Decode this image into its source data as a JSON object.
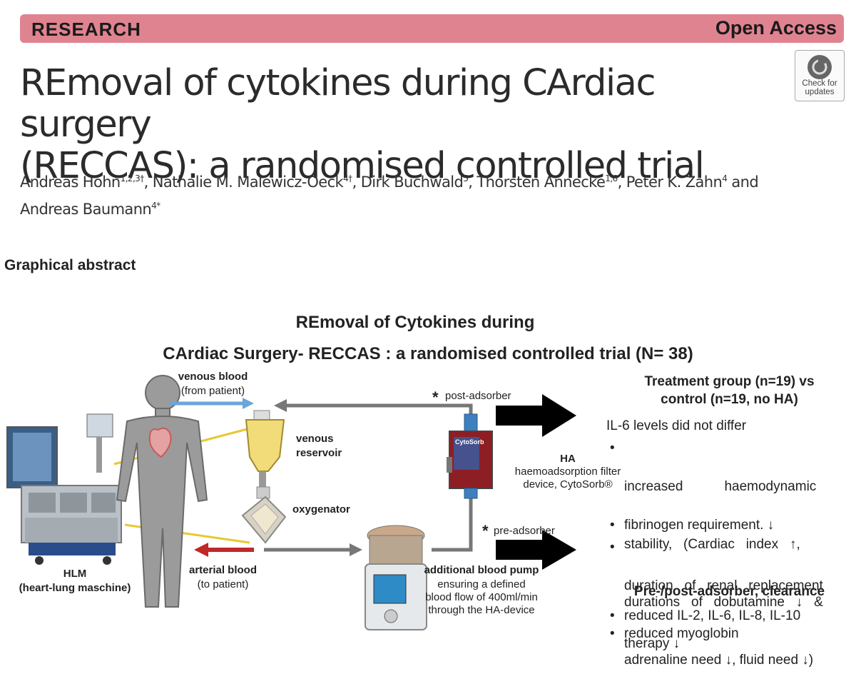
{
  "header": {
    "section": "RESEARCH",
    "access": "Open Access"
  },
  "badge": {
    "line1": "Check for",
    "line2": "updates"
  },
  "article": {
    "title_line1": "REmoval of cytokines during CArdiac surgery",
    "title_line2": "(RECCAS): a randomised controlled trial",
    "authors": [
      {
        "name": "Andreas Hohn",
        "sup": "1,2,3†",
        "sep": ", "
      },
      {
        "name": "Nathalie M. Malewicz-Oeck",
        "sup": "4†",
        "sep": ", "
      },
      {
        "name": "Dirk Buchwald",
        "sup": "5",
        "sep": ", "
      },
      {
        "name": "Thorsten Annecke",
        "sup": "1,6",
        "sep": ", "
      },
      {
        "name": "Peter K. Zahn",
        "sup": "4",
        "sep": " and"
      },
      {
        "name": "Andreas Baumann",
        "sup": "4*",
        "sep": ""
      }
    ]
  },
  "graphical_abstract": {
    "heading": "Graphical abstract",
    "title_line1": "REmoval of Cytokines during",
    "title_line2": "CArdiac Surgery- RECCAS : a randomised controlled trial (N= 38)",
    "labels": {
      "venous_blood": "venous blood",
      "venous_blood_sub": "(from patient)",
      "post_adsorber": "post-adsorber",
      "pre_adsorber": "pre-adsorber",
      "venous_reservoir_1": "venous",
      "venous_reservoir_2": "reservoir",
      "oxygenator": "oxygenator",
      "ha": "HA",
      "ha_sub1": "haemoadsorption filter",
      "ha_sub2": "device,  CytoSorb®",
      "hlm": "HLM",
      "hlm_sub": "(heart-lung maschine)",
      "arterial_blood": "arterial blood",
      "arterial_blood_sub": "(to patient)",
      "pump": "additional blood pump",
      "pump_sub1": "ensuring a defined",
      "pump_sub2": "blood flow of 400ml/min",
      "pump_sub3": "through the HA-device",
      "cytosorb": "CytoSorb"
    },
    "results": {
      "group_line1": "Treatment group  (n=19) vs",
      "group_line2": "control (n=19, no HA)",
      "il6": "IL-6 levels did not differ",
      "bullets": [
        [
          "increased           haemodynamic",
          "stability,   (Cardiac   index   ↑,",
          "durations   of   dobutamine   ↓   &",
          "adrenaline need ↓, fluid need ↓)"
        ],
        [
          "fibrinogen requirement. ↓"
        ],
        [
          "duration   of   renal   replacement",
          "therapy ↓"
        ]
      ],
      "clearance_head": "Pre-/post-adsorber, clearance",
      "clearance_bullets": [
        "reduced IL-2, IL-6, IL-8, IL-10",
        "reduced myoglobin"
      ]
    }
  },
  "colors": {
    "banner": "#e08390",
    "venous_arrow": "#6aa6d9",
    "arterial_arrow": "#c0282a",
    "tubing": "#777777",
    "yellow_line": "#e8c830"
  }
}
